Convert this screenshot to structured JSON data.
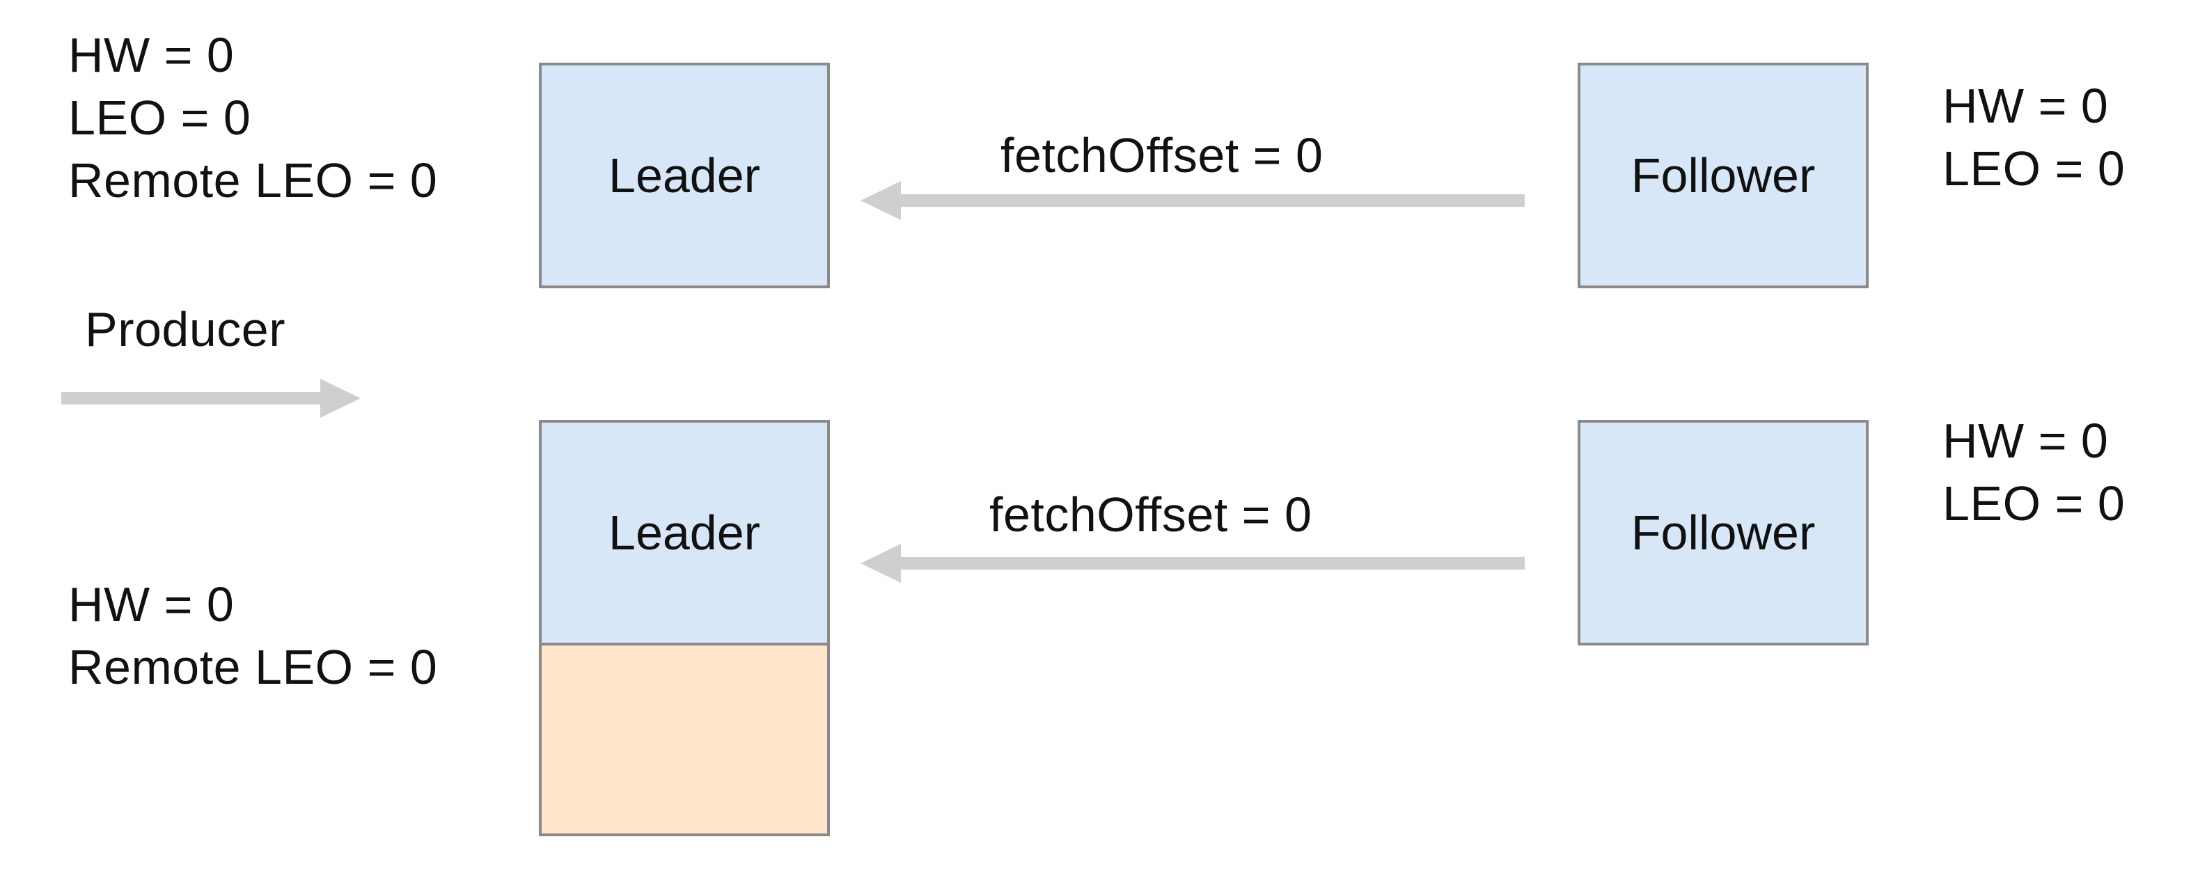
{
  "diagram": {
    "top": {
      "leader_state": [
        "HW = 0",
        "LEO = 0",
        "Remote LEO = 0"
      ],
      "leader_label": "Leader",
      "fetch_label": "fetchOffset = 0",
      "follower_label": "Follower",
      "follower_state": [
        "HW = 0",
        "LEO = 0"
      ]
    },
    "producer": {
      "label": "Producer"
    },
    "bottom": {
      "leader_state": [
        "HW = 0",
        "Remote LEO = 0"
      ],
      "leader_label": "Leader",
      "fetch_label": "fetchOffset = 0",
      "follower_label": "Follower",
      "follower_state": [
        "HW = 0",
        "LEO = 0"
      ]
    },
    "colors": {
      "box_fill": "#d8e7f8",
      "new_message_fill": "#fee5cc",
      "box_border": "#8a8a8a",
      "arrow": "#cfcfcf"
    }
  }
}
